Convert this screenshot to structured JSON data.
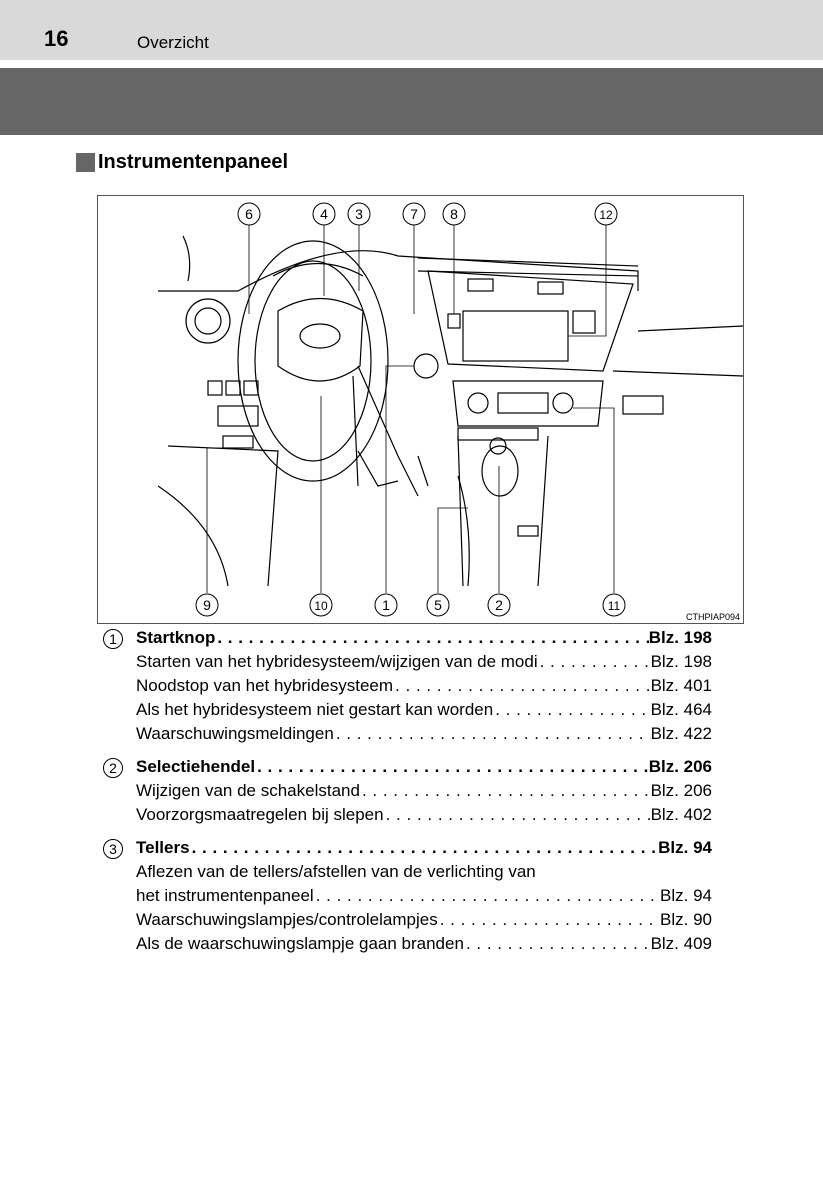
{
  "header": {
    "page_number": "16",
    "section": "Overzicht"
  },
  "title": "Instrumentenpaneel",
  "figure": {
    "code": "CTHPIAP094",
    "callouts_top": [
      "6",
      "4",
      "3",
      "7",
      "8",
      "12"
    ],
    "callouts_bottom": [
      "9",
      "10",
      "1",
      "5",
      "2",
      "11"
    ]
  },
  "items": [
    {
      "num": "1",
      "title": "Startknop",
      "page": "Blz. 198",
      "subs": [
        {
          "text": "Starten van het hybridesysteem/wijzigen van de modi",
          "page": "Blz. 198"
        },
        {
          "text": "Noodstop van het hybridesysteem",
          "page": "Blz. 401"
        },
        {
          "text": "Als het hybridesysteem niet gestart kan worden",
          "page": "Blz. 464"
        },
        {
          "text": "Waarschuwingsmeldingen",
          "page": "Blz. 422"
        }
      ]
    },
    {
      "num": "2",
      "title": "Selectiehendel",
      "page": "Blz. 206",
      "subs": [
        {
          "text": "Wijzigen van de schakelstand",
          "page": "Blz. 206"
        },
        {
          "text": "Voorzorgsmaatregelen bij slepen",
          "page": "Blz. 402"
        }
      ]
    },
    {
      "num": "3",
      "title": "Tellers",
      "page": "Blz. 94",
      "subs": [
        {
          "text": "Aflezen van de tellers/afstellen van de verlichting van",
          "page": ""
        },
        {
          "text": "het instrumentenpaneel",
          "page": "Blz. 94"
        },
        {
          "text": "Waarschuwingslampjes/controlelampjes",
          "page": "Blz. 90"
        },
        {
          "text": "Als de waarschuwingslampje gaan branden",
          "page": "Blz. 409"
        }
      ]
    }
  ]
}
